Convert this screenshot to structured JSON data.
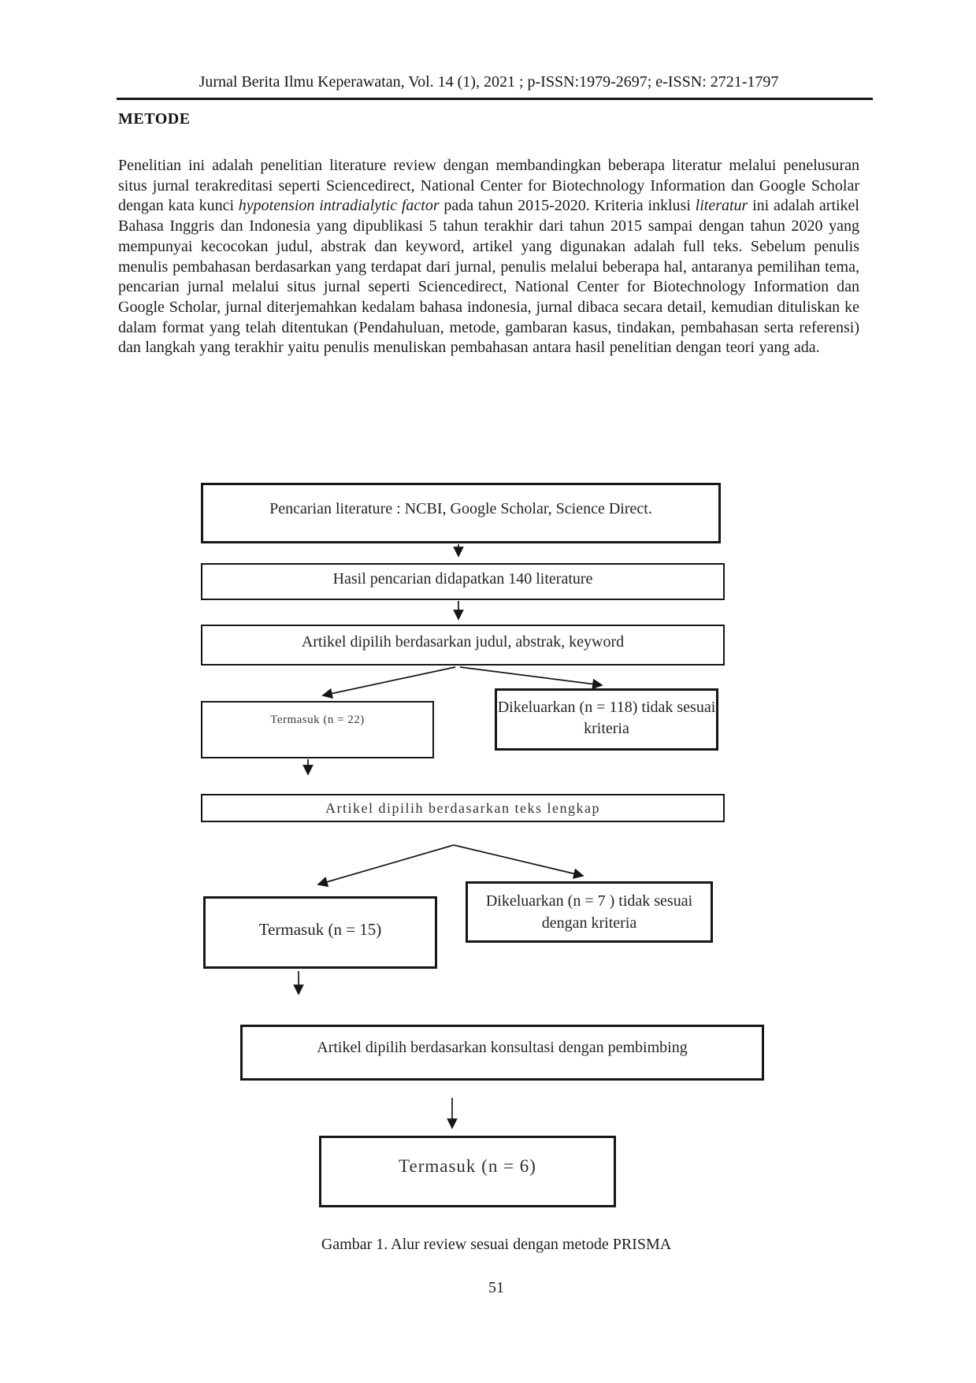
{
  "page": {
    "header": "Jurnal Berita Ilmu Keperawatan, Vol. 14 (1), 2021 ; p-ISSN:1979-2697; e-ISSN: 2721-1797",
    "page_number": "51"
  },
  "metode": {
    "heading": "METODE",
    "segments": [
      {
        "text": "Penelitian ini adalah penelitian literature review dengan membandingkan beberapa literatur melalui penelusuran situs jurnal terakreditasi seperti Sciencedirect, National Center for Biotechnology Information dan Google Scholar dengan kata kunci ",
        "italic": false
      },
      {
        "text": "hypotension intradialytic factor",
        "italic": true
      },
      {
        "text": " pada tahun 2015-2020. Kriteria inklusi ",
        "italic": false
      },
      {
        "text": "literatur",
        "italic": true
      },
      {
        "text": " ini adalah artikel Bahasa Inggris dan Indonesia yang dipublikasi 5 tahun terakhir dari tahun 2015 sampai dengan tahun 2020 yang mempunyai kecocokan judul, abstrak dan keyword, artikel yang digunakan adalah full teks. Sebelum penulis menulis pembahasan berdasarkan yang terdapat dari jurnal, penulis melalui beberapa hal, antaranya pemilihan tema, pencarian jurnal melalui situs jurnal seperti Sciencedirect, National Center for Biotechnology Information dan Google Scholar, jurnal diterjemahkan kedalam bahasa indonesia, jurnal dibaca secara detail, kemudian dituliskan ke dalam format yang telah ditentukan (Pendahuluan, metode, gambaran kasus, tindakan, pembahasan serta referensi) dan langkah yang terakhir yaitu penulis menuliskan pembahasan antara hasil penelitian dengan teori yang ada.",
        "italic": false
      }
    ]
  },
  "diagram": {
    "boxes": [
      {
        "id": "search",
        "label": "Pencarian literature : NCBI, Google Scholar, Science Direct."
      },
      {
        "id": "results",
        "label": "Hasil pencarian didapatkan 140 literature"
      },
      {
        "id": "title-filter",
        "label": "Artikel dipilih berdasarkan judul, abstrak, keyword"
      },
      {
        "id": "included-22",
        "label": "Termasuk (n = 22)"
      },
      {
        "id": "excluded-118",
        "label": "Dikeluarkan (n = 118) tidak sesuai kriteria"
      },
      {
        "id": "fulltext",
        "label": "Artikel dipilih berdasarkan teks lengkap"
      },
      {
        "id": "included-15",
        "label": "Termasuk (n = 15)"
      },
      {
        "id": "excluded-7",
        "label": "Dikeluarkan (n = 7 ) tidak sesuai dengan kriteria"
      },
      {
        "id": "consult",
        "label": "Artikel dipilih berdasarkan konsultasi dengan pembimbing"
      },
      {
        "id": "included-6",
        "label": "Termasuk (n = 6)"
      }
    ],
    "caption": "Gambar 1. Alur review sesuai dengan metode PRISMA"
  }
}
